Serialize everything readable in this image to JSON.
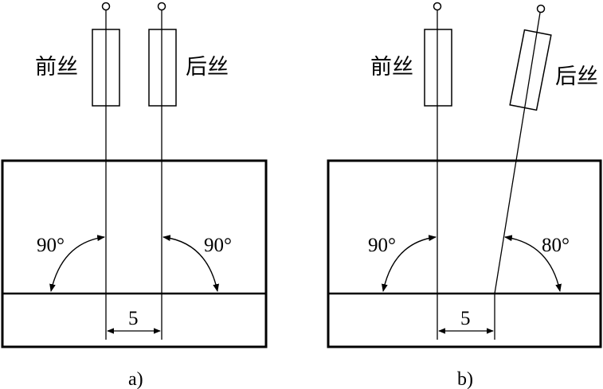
{
  "diagram_a": {
    "front_wire_label": "前丝",
    "rear_wire_label": "后丝",
    "left_angle": "90°",
    "right_angle": "90°",
    "spacing": "5",
    "caption": "a)"
  },
  "diagram_b": {
    "front_wire_label": "前丝",
    "rear_wire_label": "后丝",
    "left_angle": "90°",
    "right_angle": "80°",
    "spacing": "5",
    "caption": "b)"
  },
  "colors": {
    "line": "#000000",
    "background": "#ffffff"
  }
}
